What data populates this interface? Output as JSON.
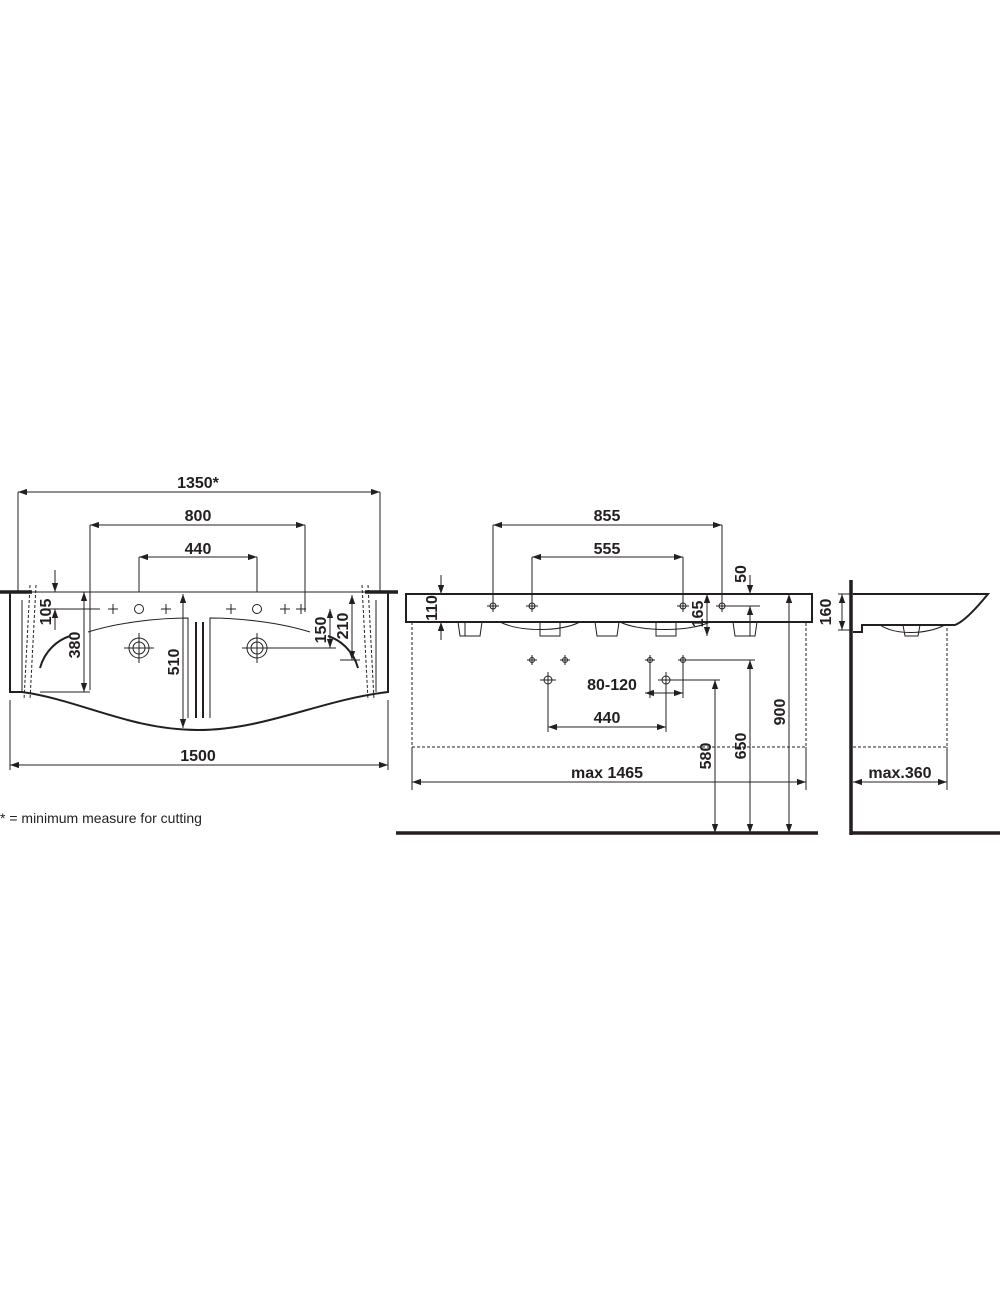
{
  "top_view": {
    "dim_overall_cut": "1350*",
    "dim_outer_holes": "800",
    "dim_tap_holes": "440",
    "dim_hole_offset": "105",
    "dim_bowl_depth_left": "380",
    "dim_depth_center": "510",
    "dim_bowl_depth_right_a": "150",
    "dim_bowl_depth_right_b": "210",
    "dim_overall_width": "1500"
  },
  "front_view": {
    "dim_outer_fixings": "855",
    "dim_inner_fixings": "555",
    "dim_fixing_height": "50",
    "dim_rim_height": "110",
    "dim_waste_depth": "165",
    "dim_waste_spacing": "80-120",
    "dim_waste_centres": "440",
    "dim_height_580": "580",
    "dim_height_650": "650",
    "dim_height_900": "900",
    "dim_max_cabinet": "max 1465"
  },
  "side_view": {
    "dim_height": "160",
    "dim_max_depth": "max.360"
  },
  "footnote": "* = minimum measure for cutting",
  "colors": {
    "ink": "#231f20",
    "background": "#ffffff"
  }
}
